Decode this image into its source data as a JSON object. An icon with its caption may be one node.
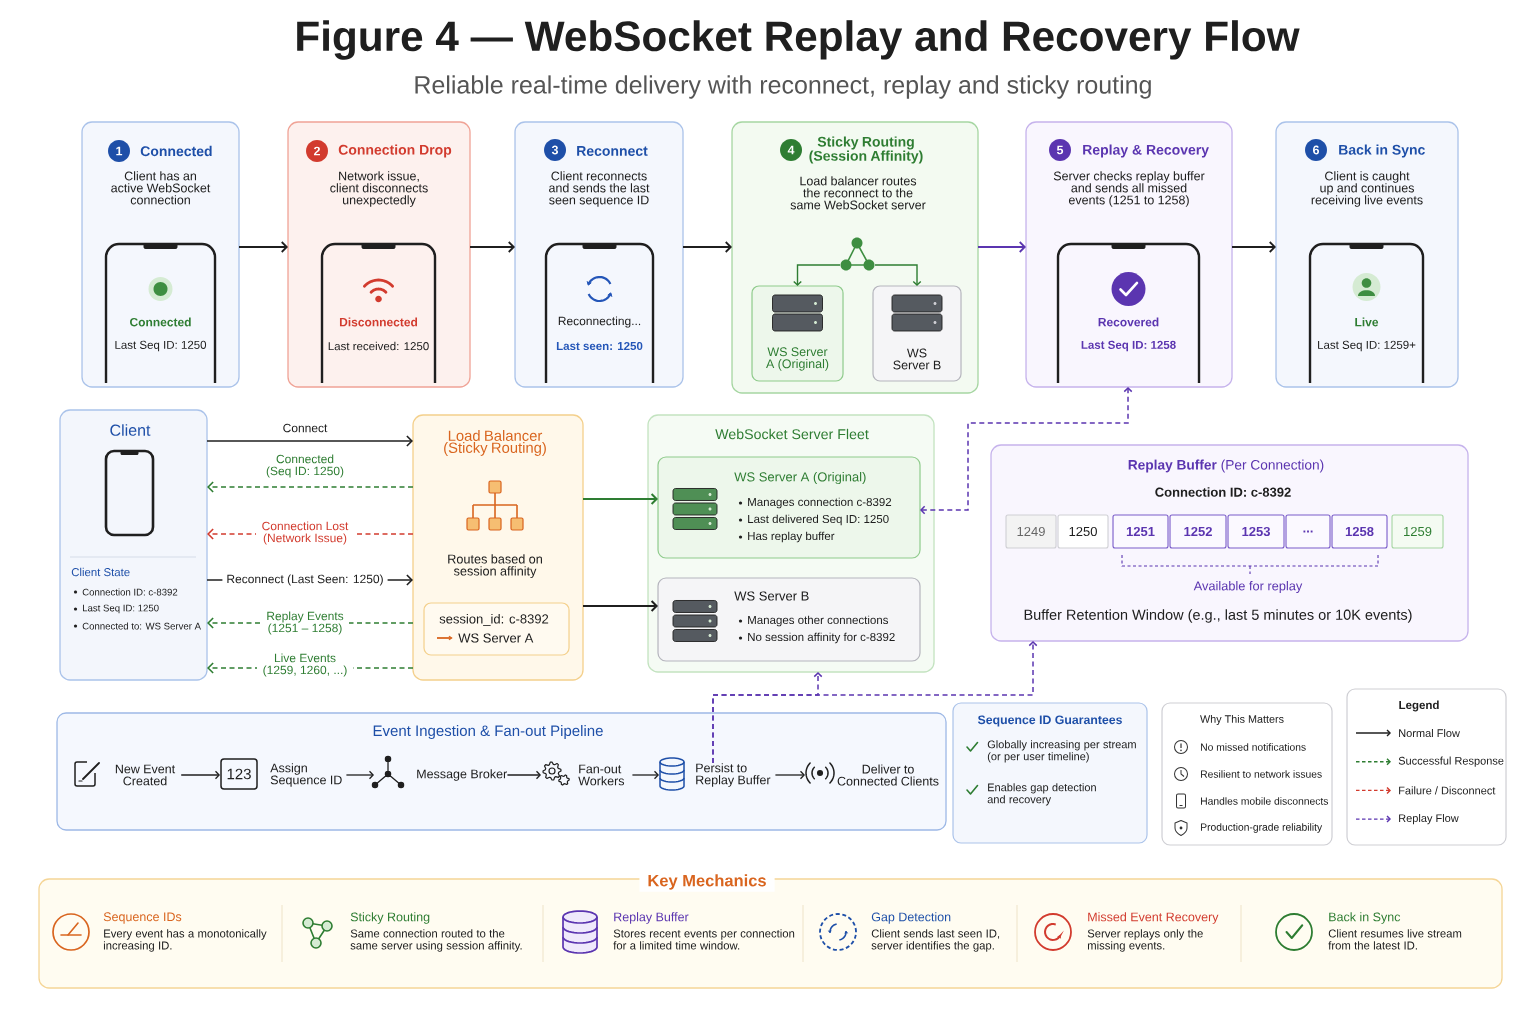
{
  "diagram": {
    "title": "Figure 4 — WebSocket Replay and Recovery Flow",
    "nodes": [
      {
        "text": [
          "Connected",
          "Client has an active WebSocket connection"
        ]
      },
      {
        "text": [
          "1"
        ],
        "in": 0
      },
      {
        "text": [
          "Connected",
          "Last Seq ID: 1250"
        ],
        "in": 0
      },
      {
        "text": [
          "Connection Drop",
          "Network issue, client disconnects unexpectedly"
        ]
      },
      {
        "text": [
          "2"
        ],
        "in": 3
      },
      {
        "text": [
          "Disconnected",
          "Last received: 1250"
        ],
        "in": 3
      },
      {
        "text": [
          "Reconnect",
          "Client reconnects and sends the last seen sequence ID"
        ]
      },
      {
        "text": [
          "3"
        ],
        "in": 6
      },
      {
        "text": [
          "Reconnecting...",
          "Last seen: 1250"
        ],
        "in": 6
      },
      {
        "text": [
          "Sticky Routing (Session Affinity)",
          "Load balancer routes the reconnect to the same WebSocket server"
        ]
      },
      {
        "text": [
          "4"
        ],
        "in": 9
      },
      {
        "text": [],
        "shape": "picture",
        "in": 9
      },
      {
        "text": [
          "WS Server A (Original)"
        ],
        "in": 9
      },
      {
        "text": [
          "WS Server B"
        ],
        "in": 9
      },
      {
        "text": [
          "Replay & Recovery",
          "Server checks replay buffer and sends all missed events (1251 to 1258)"
        ]
      },
      {
        "text": [
          "5"
        ],
        "in": 14
      },
      {
        "text": [
          "Recovered",
          "Last Seq ID: 1258"
        ],
        "in": 14
      },
      {
        "text": [
          "Back in Sync",
          "Client is caught up and continues receiving live events"
        ]
      },
      {
        "text": [
          "6"
        ],
        "in": 17
      },
      {
        "text": [
          "Live",
          "Last Seq ID: 1259+"
        ],
        "in": 17
      },
      {
        "text": [
          "Client",
          "Client State",
          "Connection ID: c-8392",
          "Last Seq ID: 1250",
          "Connected to: WS Server A"
        ]
      },
      {
        "text": [],
        "shape": "phone",
        "in": 20
      },
      {
        "text": [
          "Load Balancer (Sticky Routing)",
          "Routes based on session affinity"
        ]
      },
      {
        "text": [
          "session_id: c-8392",
          "WS Server A"
        ],
        "in": 22
      },
      {
        "text": [
          "WebSocket Server Fleet"
        ]
      },
      {
        "text": [
          "WS Server A (Original)",
          "Manages connection c-8392",
          "Last delivered Seq ID: 1250",
          "Has replay buffer"
        ],
        "in": 24
      },
      {
        "text": [
          "WS Server B",
          "Manages other connections",
          "No session affinity for c-8392"
        ],
        "in": 24
      },
      {
        "text": [
          "**Replay Buffer** (Per Connection)",
          "Connection ID: c-8392",
          "Available for replay",
          "Buffer Retention Window (e.g., last 5 minutes or 10K events)"
        ]
      },
      {
        "text": [
          "1249"
        ],
        "in": 27
      },
      {
        "text": [
          "1250"
        ],
        "in": 27
      },
      {
        "text": [
          "1251"
        ],
        "in": 27
      },
      {
        "text": [
          "1252"
        ],
        "in": 27
      },
      {
        "text": [
          "1253"
        ],
        "in": 27
      },
      {
        "text": [
          "..."
        ],
        "in": 27
      },
      {
        "text": [
          "1258"
        ],
        "in": 27
      },
      {
        "text": [
          "1259"
        ],
        "in": 27
      },
      {
        "text": [
          "Event Ingestion & Fan-out Pipeline"
        ]
      },
      {
        "text": [
          "New Event Created"
        ],
        "in": 36
      },
      {
        "text": [
          "123",
          "Assign Sequence ID"
        ],
        "in": 36
      },
      {
        "text": [
          "Message Broker"
        ],
        "in": 36
      },
      {
        "text": [
          "Fan-out Workers"
        ],
        "in": 36
      },
      {
        "text": [
          "Persist to Replay Buffer"
        ],
        "in": 36
      },
      {
        "text": [
          "Deliver to Connected Clients"
        ],
        "in": 36
      },
      {
        "text": [
          "Sequence ID Guarantees",
          "Globally increasing per stream (or per user timeline)",
          "Enables gap detection and recovery"
        ]
      },
      {
        "text": [
          "Why This Matters",
          "No missed notifications",
          "Resilient to network issues",
          "Handles mobile disconnects",
          "Production-grade reliability"
        ]
      },
      {
        "text": [
          "Key Mechanics",
          "Sequence IDs",
          "Every event has a monotonically increasing ID.",
          "Sticky Routing",
          "Same connection routed to the same server using session affinity.",
          "Replay Buffer",
          "Stores recent events per connection for a limited time window.",
          "Gap Detection",
          "Client sends last seen ID, server identifies the gap.",
          "Missed Event Recovery",
          "Server replays only the missing events.",
          "Back in Sync",
          "Client resumes live stream from the latest ID."
        ]
      }
    ],
    "edges": [
      {
        "from": 0,
        "to": 3,
        "arrow": "to"
      },
      {
        "from": 3,
        "to": 6,
        "arrow": "to"
      },
      {
        "from": 6,
        "to": 9,
        "arrow": "to"
      },
      {
        "from": 9,
        "to": 14,
        "arrow": "to",
        "color": "#5b35b0"
      },
      {
        "from": 14,
        "to": 17,
        "arrow": "to"
      },
      {
        "from": 11,
        "to": 12,
        "arrow": "to",
        "color": "#2e7d32"
      },
      {
        "from": 11,
        "to": 13,
        "arrow": "to",
        "color": "#2e7d32"
      },
      {
        "from": 20,
        "to": 22,
        "arrow": "to",
        "label": "Connect"
      },
      {
        "from": 22,
        "to": 20,
        "arrow": "to",
        "label": "Connected (Seq ID: 1250)",
        "style": "dashed",
        "color": "#2e7d32"
      },
      {
        "from": 22,
        "to": 20,
        "arrow": "to",
        "label": "Connection Lost (Network Issue)",
        "style": "dashed",
        "color": "#d23b2e"
      },
      {
        "from": 20,
        "to": 22,
        "arrow": "to",
        "label": "Reconnect (Last Seen: 1250)"
      },
      {
        "from": 22,
        "to": 20,
        "arrow": "to",
        "label": "Replay Events (1251 – 1258)",
        "style": "dashed",
        "color": "#2e7d32"
      },
      {
        "from": 22,
        "to": 20,
        "arrow": "to",
        "label": "Live Events (1259, 1260, ...)",
        "style": "dashed",
        "color": "#2e7d32"
      },
      {
        "from": 22,
        "to": 25,
        "arrow": "to",
        "color": "#2e7d32"
      },
      {
        "from": 22,
        "to": 26,
        "arrow": "to"
      },
      {
        "from": 25,
        "to": 14,
        "arrow": "both",
        "style": "dashed",
        "color": "#5b35b0"
      },
      {
        "from": 41,
        "to": 27,
        "arrow": "to",
        "style": "dashed",
        "color": "#5b35b0"
      },
      {
        "from": 41,
        "to": 24,
        "arrow": "to",
        "style": "dashed",
        "color": "#5b35b0"
      },
      {
        "from": 37,
        "to": 38,
        "arrow": "to"
      },
      {
        "from": 38,
        "to": 39,
        "arrow": "to"
      },
      {
        "from": 39,
        "to": 40,
        "arrow": "to"
      },
      {
        "from": 40,
        "to": 41,
        "arrow": "to"
      },
      {
        "from": 41,
        "to": 42,
        "arrow": "to"
      }
    ],
    "labels": [
      "Reliable real-time delivery with reconnect, replay and sticky routing",
      "Legend"
    ],
    "legend": [
      {
        "text": "Normal Flow"
      },
      {
        "text": "Successful Response"
      },
      {
        "text": "Failure / Disconnect"
      },
      {
        "text": "Replay Flow"
      }
    ]
  }
}
